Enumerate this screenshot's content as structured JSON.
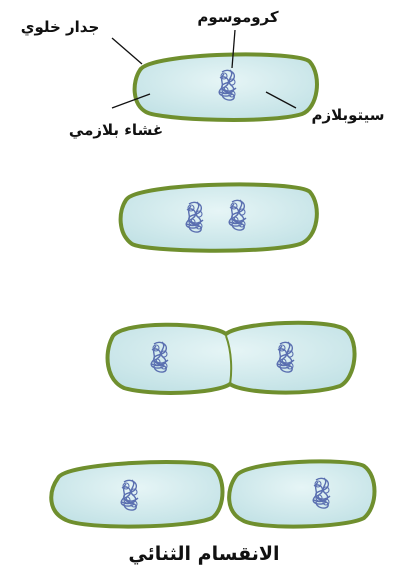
{
  "labels": {
    "cell_wall": "جدار خلوي",
    "chromosome": "كروموسوم",
    "cytoplasm": "سيتوبلازم",
    "plasma_membrane": "غشاء بلازمي"
  },
  "caption": "الانقسام الثنائي",
  "stages": [
    {
      "stage": 1,
      "chromosomes": 1
    },
    {
      "stage": 2,
      "chromosomes": 2
    },
    {
      "stage": 3,
      "chromosomes": 2
    },
    {
      "stage": 4,
      "chromosomes": 2
    }
  ],
  "colors": {
    "cytoplasm": "#d2ebee",
    "cell_wall": "#6f8f2e",
    "chromosome": "#5a6fb0"
  }
}
